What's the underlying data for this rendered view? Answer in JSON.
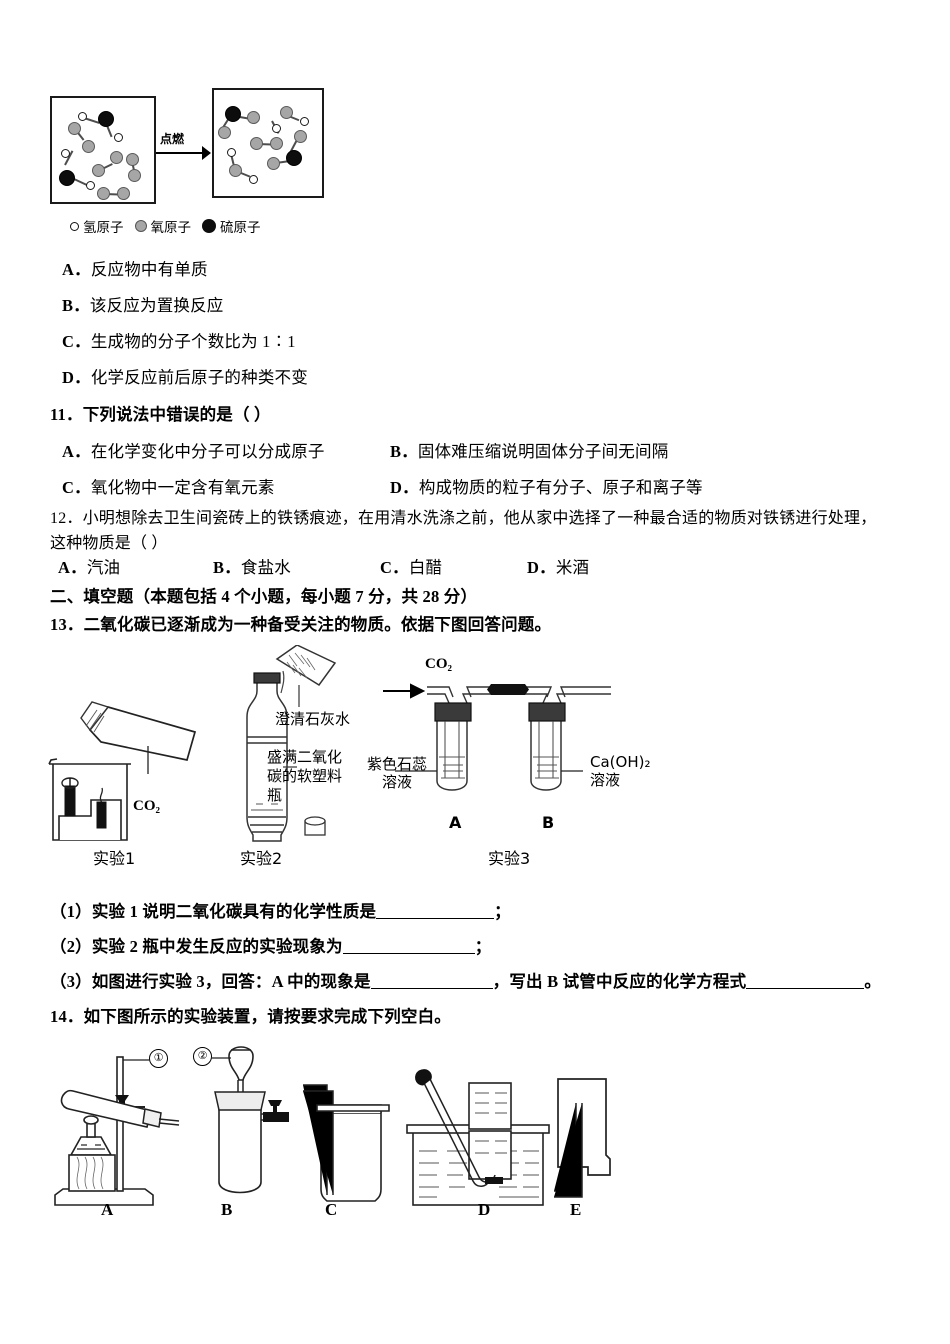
{
  "molecule_figure": {
    "arrow_label": "点燃",
    "legend": [
      {
        "symbol": "hydrogen",
        "label": "氢原子"
      },
      {
        "symbol": "oxygen",
        "label": "氧原子"
      },
      {
        "symbol": "sulfur",
        "label": "硫原子"
      }
    ]
  },
  "question_10_options": [
    {
      "letter": "A．",
      "text": "反应物中有单质"
    },
    {
      "letter": "B．",
      "text": "该反应为置换反应"
    },
    {
      "letter": "C．",
      "text": "生成物的分子个数比为 1∶1"
    },
    {
      "letter": "D．",
      "text": "化学反应前后原子的种类不变"
    }
  ],
  "question_11": {
    "stem": "11．下列说法中错误的是（     ）",
    "options": [
      {
        "letter": "A．",
        "text": "在化学变化中分子可以分成原子"
      },
      {
        "letter": "B．",
        "text": "固体难压缩说明固体分子间无间隔"
      },
      {
        "letter": "C．",
        "text": "氧化物中一定含有氧元素"
      },
      {
        "letter": "D．",
        "text": "构成物质的粒子有分子、原子和离子等"
      }
    ]
  },
  "question_12": {
    "stem_line1": "12．小明想除去卫生间瓷砖上的铁锈痕迹，在用清水洗涤之前，他从家中选择了一种最合适的物质对铁锈进行处理，",
    "stem_line2": "这种物质是（     ）",
    "options": [
      {
        "letter": "A．",
        "text": "汽油"
      },
      {
        "letter": "B．",
        "text": "食盐水"
      },
      {
        "letter": "C．",
        "text": "白醋"
      },
      {
        "letter": "D．",
        "text": "米酒"
      }
    ]
  },
  "section_two": {
    "heading": "二、填空题（本题包括 4 个小题，每小题 7 分，共 28 分）"
  },
  "question_13": {
    "stem": "13．二氧化碳已逐渐成为一种备受关注的物质。依据下图回答问题。",
    "figure": {
      "co2_label_exp1": "CO₂",
      "co2_label_exp3": "CO₂",
      "limewater_label": "澄清石灰水",
      "bottle_label": "盛满二氧化\n碳的软塑料\n瓶",
      "litmus_label": "紫色石蕊\n溶液",
      "caoh2_label": "Ca(OH)₂\n溶液",
      "tube_a_label": "A",
      "tube_b_label": "B",
      "captions": [
        "实验1",
        "实验2",
        "实验3"
      ]
    },
    "sub_questions": [
      {
        "prefix": "（1）实验 1 说明二氧化碳具有的化学性质是",
        "suffix": "；"
      },
      {
        "prefix": "（2）实验 2 瓶中发生反应的实验现象为",
        "suffix": "；"
      },
      {
        "prefix": "（3）如图进行实验 3，回答：A 中的现象是",
        "middle": "，写出 B 试管中反应的化学方程式",
        "suffix": "。"
      }
    ]
  },
  "question_14": {
    "stem": "14．如下图所示的实验装置，请按要求完成下列空白。",
    "figure": {
      "callouts": [
        "①",
        "②"
      ],
      "captions": [
        "A",
        "B",
        "C",
        "D",
        "E"
      ]
    }
  },
  "colors": {
    "ink": "#000000",
    "oxygen_gray": "#a6a6a6",
    "sulfur_black": "#0d0d0d",
    "hydrogen_white": "#ffffff",
    "glass_line": "#333333"
  }
}
